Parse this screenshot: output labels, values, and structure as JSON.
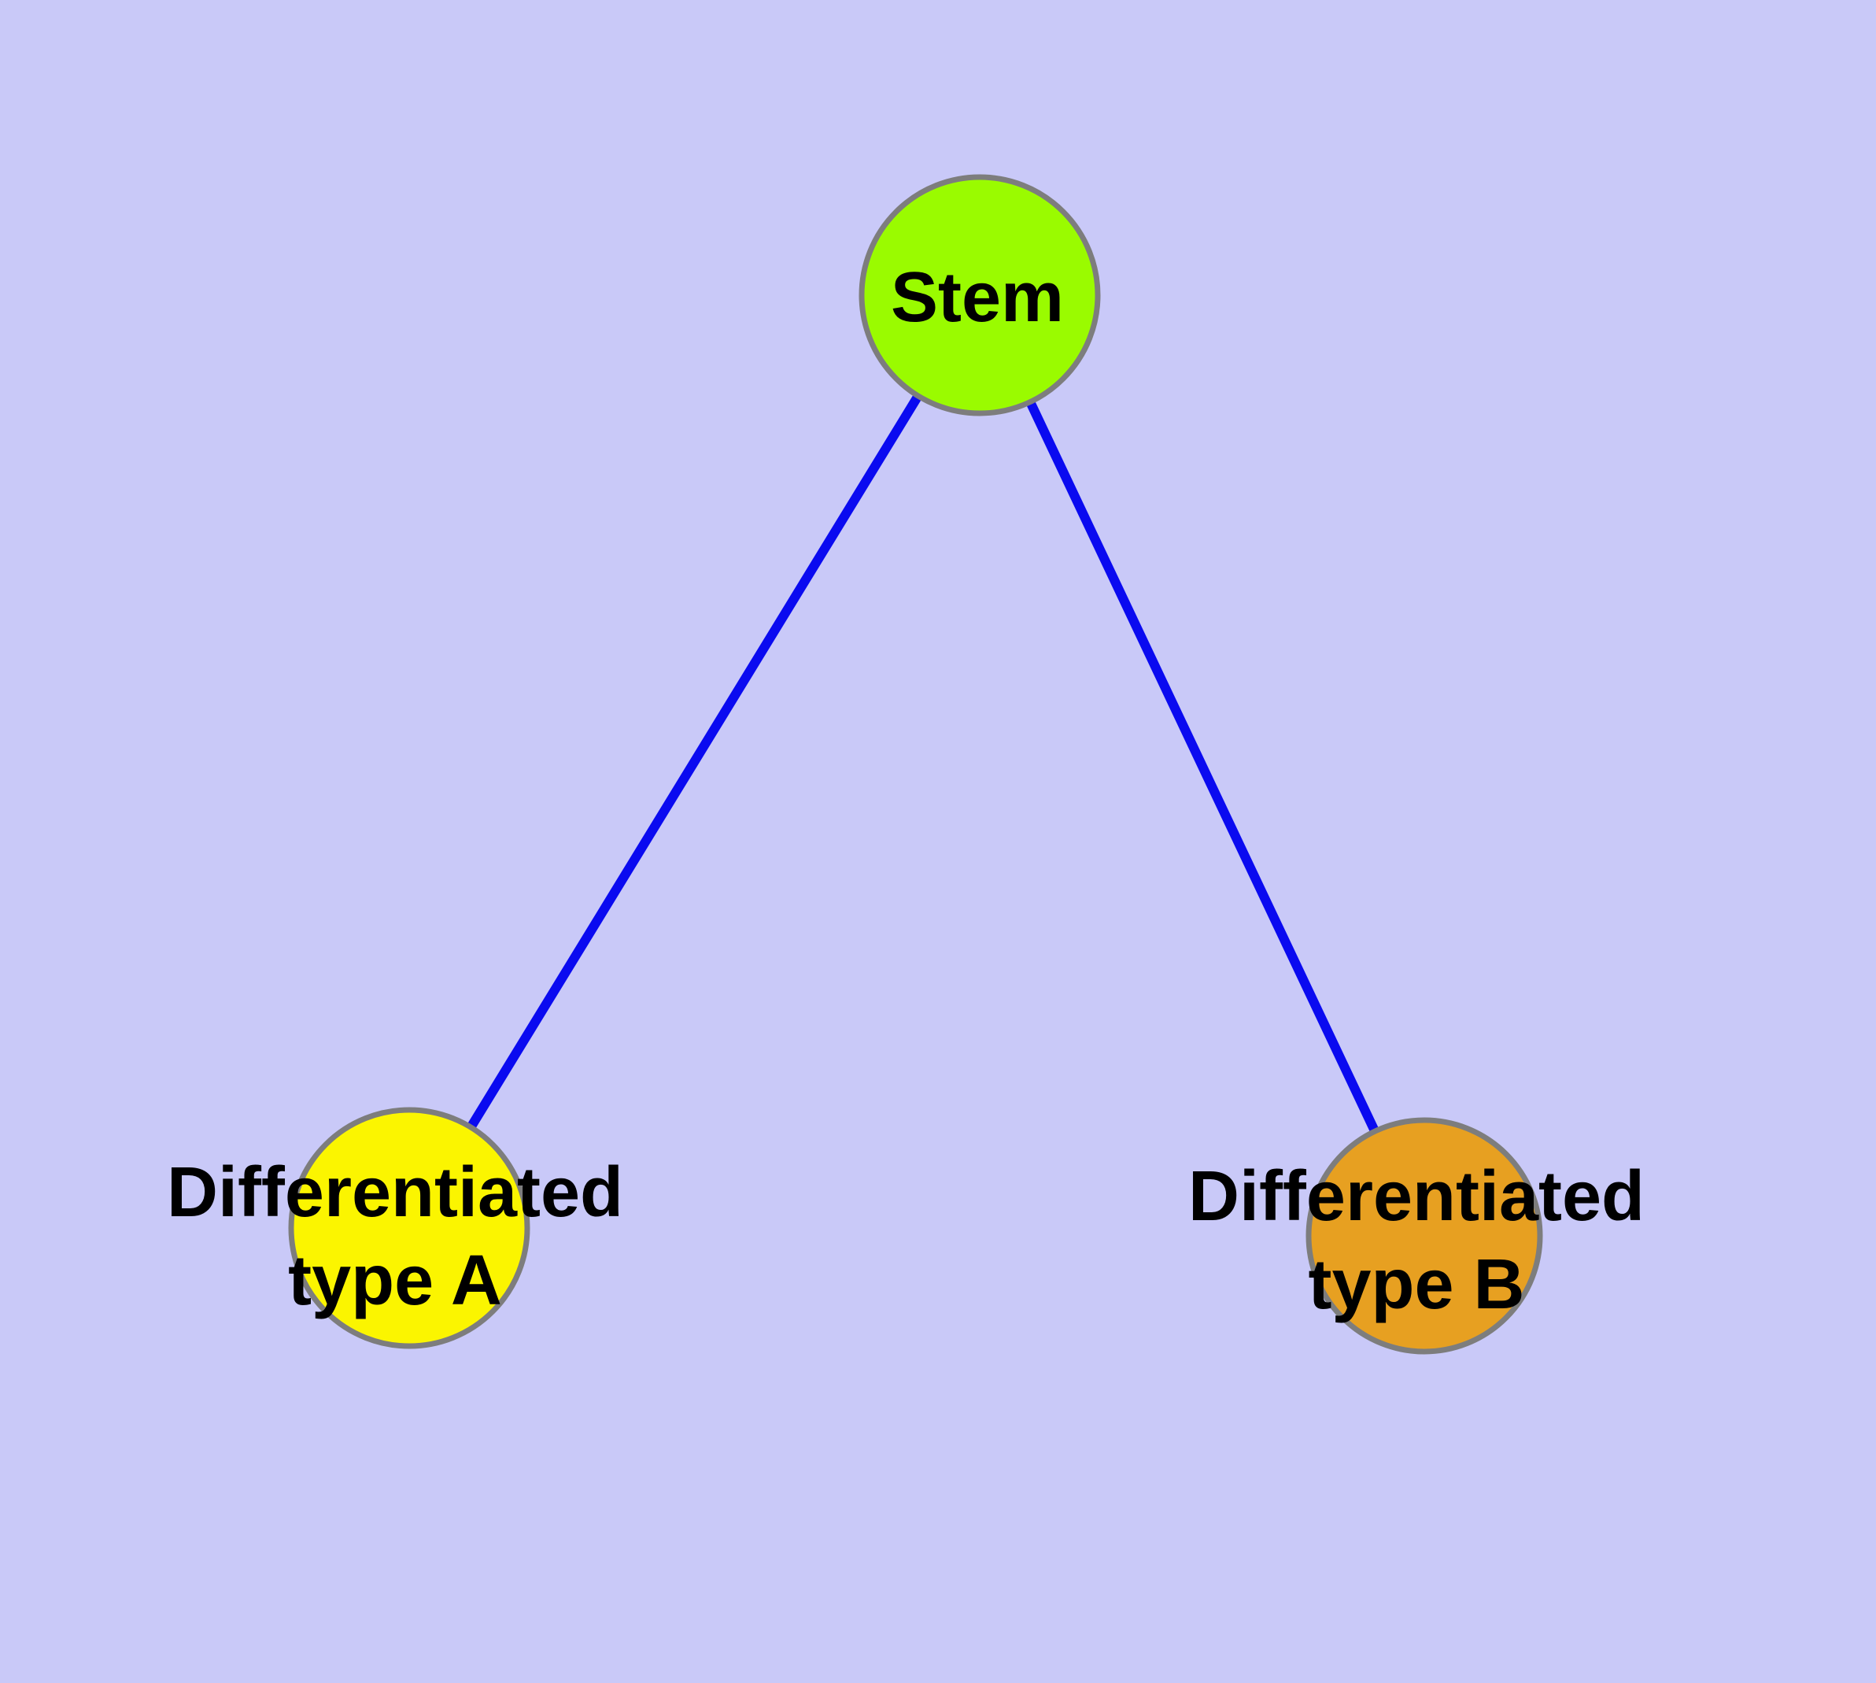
{
  "diagram": {
    "type": "node-link-graph",
    "background_color": "#c9c9f8",
    "edge_color": "#0a0af0",
    "node_border_color": "#7d7d7d",
    "text_color": "#000000",
    "nodes": [
      {
        "id": "stem",
        "label": "Stem",
        "line1": "Stem",
        "fill": "#9afb00"
      },
      {
        "id": "differentiated-type-a",
        "label": "Differentiated type A",
        "line1": "Differentiated",
        "line2": "type A",
        "fill": "#fbf500"
      },
      {
        "id": "differentiated-type-b",
        "label": "Differentiated type B",
        "line1": "Differentiated",
        "line2": "type B",
        "fill": "#e7a021"
      }
    ],
    "edges": [
      {
        "from": "stem",
        "to": "differentiated-type-a"
      },
      {
        "from": "stem",
        "to": "differentiated-type-b"
      }
    ]
  }
}
